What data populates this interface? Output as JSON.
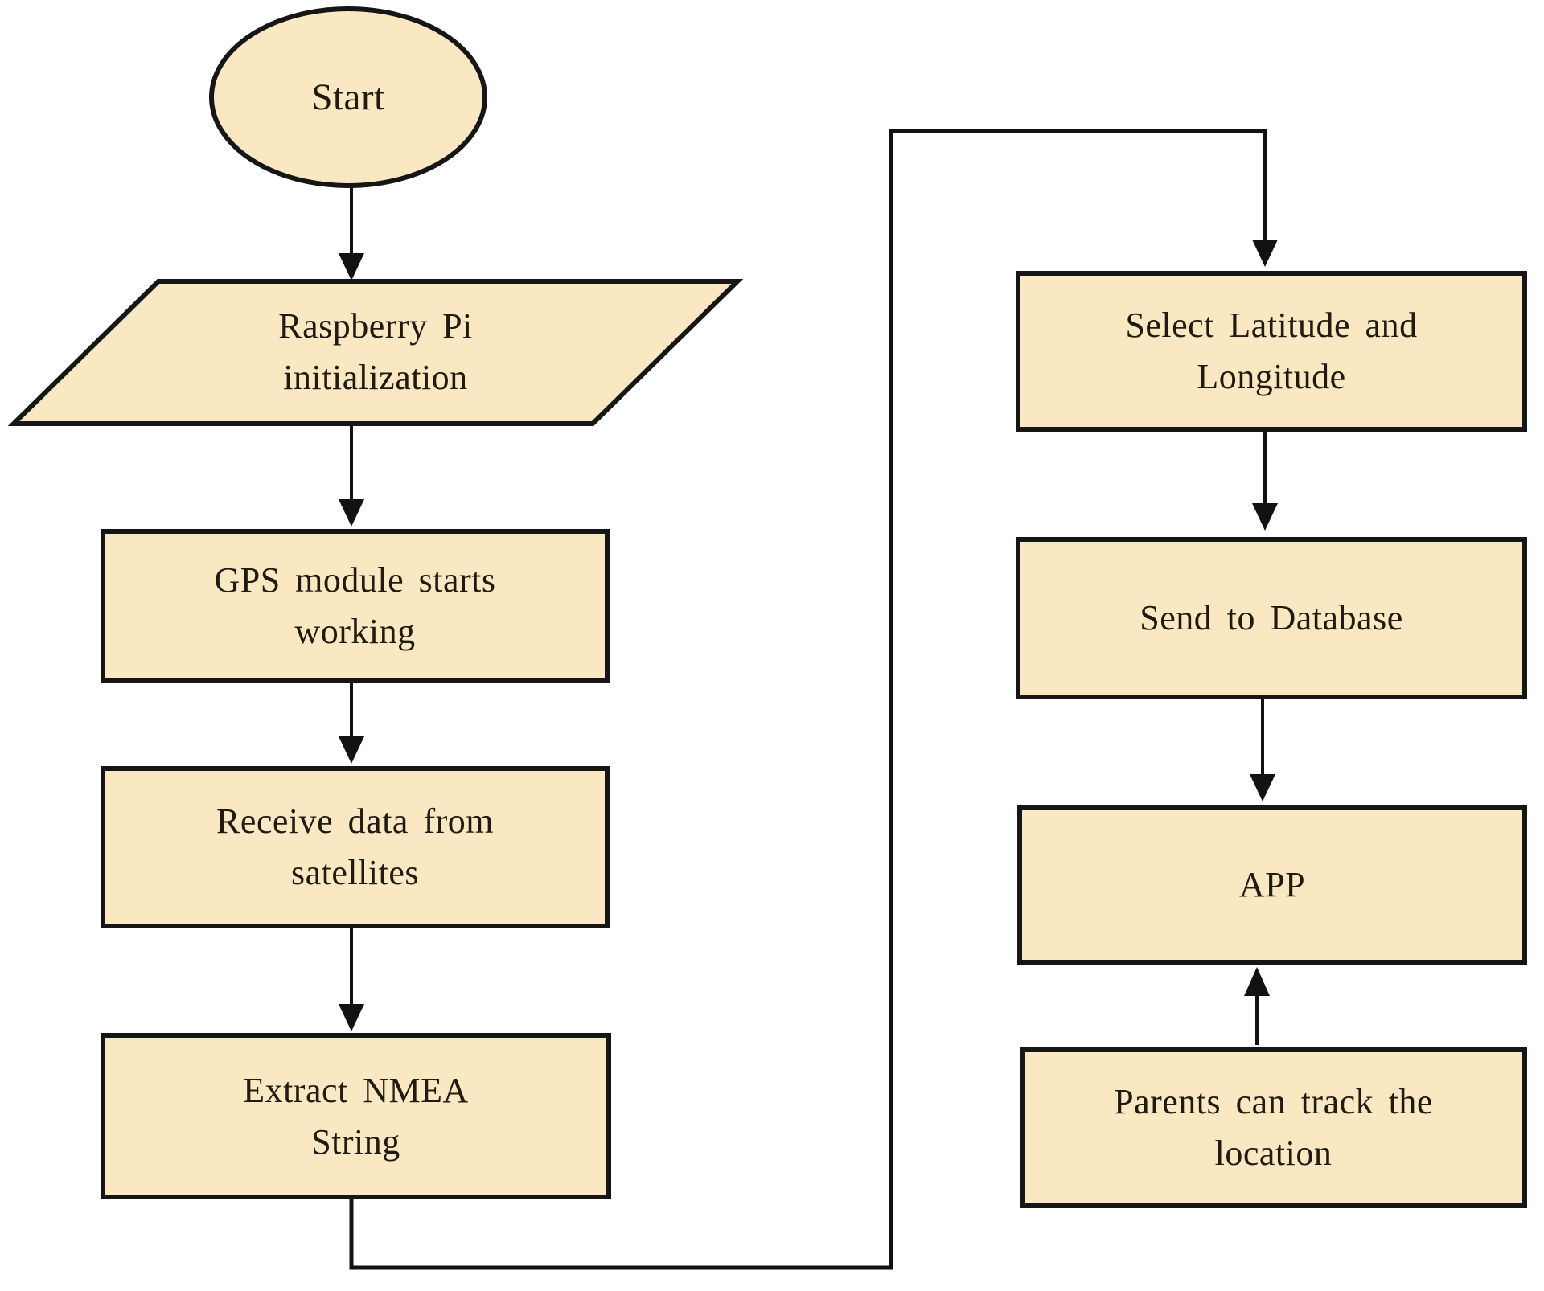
{
  "flowchart": {
    "colors": {
      "background": "#ffffff",
      "node_fill": "#fae8c3",
      "node_border": "#161616",
      "line_color": "#121212",
      "text_color": "#211a10"
    },
    "nodes": {
      "start": {
        "type": "terminator",
        "label": "Start"
      },
      "raspberry_init": {
        "type": "parallelogram",
        "lines": [
          "Raspberry Pi",
          "initialization"
        ]
      },
      "gps_module": {
        "type": "process",
        "lines": [
          "GPS module starts",
          "working"
        ]
      },
      "receive_data": {
        "type": "process",
        "lines": [
          "Receive data from",
          "satellites"
        ]
      },
      "extract_nmea": {
        "type": "process",
        "lines": [
          "Extract NMEA",
          "String"
        ]
      },
      "select_latlng": {
        "type": "process",
        "lines": [
          "Select Latitude and",
          "Longitude"
        ]
      },
      "send_db": {
        "type": "process",
        "label": "Send to Database"
      },
      "app": {
        "type": "process",
        "label": "APP"
      },
      "parents_track": {
        "type": "process",
        "lines": [
          "Parents can track the",
          "location"
        ]
      }
    },
    "edges": [
      {
        "from": "start",
        "to": "raspberry_init"
      },
      {
        "from": "raspberry_init",
        "to": "gps_module"
      },
      {
        "from": "gps_module",
        "to": "receive_data"
      },
      {
        "from": "receive_data",
        "to": "extract_nmea"
      },
      {
        "from": "extract_nmea",
        "to": "select_latlng"
      },
      {
        "from": "select_latlng",
        "to": "send_db"
      },
      {
        "from": "send_db",
        "to": "app"
      },
      {
        "from": "parents_track",
        "to": "app"
      }
    ]
  }
}
